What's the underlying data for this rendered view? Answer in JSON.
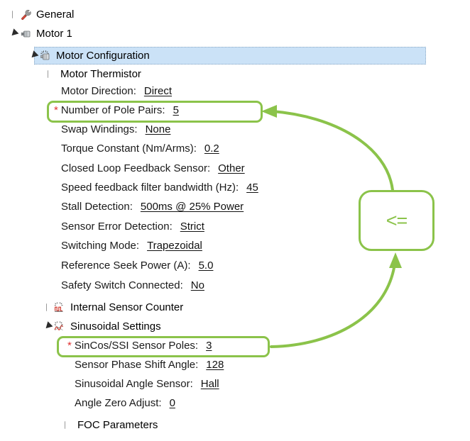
{
  "window": {
    "background": "#ffffff",
    "accent_green": "#8bc34a",
    "selection_color": "#cbe2f7",
    "required_marker_color": "#e03030"
  },
  "tree": {
    "nodes": [
      {
        "label": "General",
        "icon": "wrench-tools-icon",
        "state": "collapsed",
        "depth": 0
      },
      {
        "label": "Motor 1",
        "icon": "motor-icon",
        "state": "expanded",
        "depth": 0
      },
      {
        "label": "Motor Configuration",
        "icon": "motor-configuration-icon",
        "state": "expanded",
        "depth": 1,
        "selected": true
      },
      {
        "label": "Motor Thermistor",
        "icon": "none",
        "state": "collapsed",
        "depth": 2
      },
      {
        "label": "Internal Sensor Counter",
        "icon": "pulse-waveform-icon",
        "state": "collapsed",
        "depth": 2
      },
      {
        "label": "Sinusoidal Settings",
        "icon": "sine-waveform-icon",
        "state": "expanded",
        "depth": 2
      },
      {
        "label": "FOC Parameters",
        "icon": "none",
        "state": "collapsed",
        "depth": 3
      }
    ]
  },
  "properties": {
    "motor_configuration": [
      {
        "required": false,
        "label": "Motor Direction:",
        "value": "Direct"
      },
      {
        "required": true,
        "label": "Number of Pole Pairs:",
        "value": "5",
        "highlighted": true
      },
      {
        "required": false,
        "label": "Swap Windings:",
        "value": "None"
      },
      {
        "required": false,
        "label": "Torque Constant (Nm/Arms):",
        "value": "0.2"
      },
      {
        "required": false,
        "label": "Closed Loop Feedback Sensor:",
        "value": "Other"
      },
      {
        "required": false,
        "label": "Speed feedback filter bandwidth (Hz):",
        "value": "45"
      },
      {
        "required": false,
        "label": "Stall Detection:",
        "value": "500ms @ 25% Power"
      },
      {
        "required": false,
        "label": "Sensor Error Detection:",
        "value": "Strict"
      },
      {
        "required": false,
        "label": "Switching Mode:",
        "value": "Trapezoidal"
      },
      {
        "required": false,
        "label": "Reference Seek Power (A):",
        "value": "5.0"
      },
      {
        "required": false,
        "label": "Safety Switch Connected:",
        "value": "No"
      }
    ],
    "sinusoidal_settings": [
      {
        "required": true,
        "label": "SinCos/SSI Sensor Poles:",
        "value": "3",
        "highlighted": true
      },
      {
        "required": false,
        "label": "Sensor Phase Shift Angle:",
        "value": "128"
      },
      {
        "required": false,
        "label": "Sinusoidal Angle Sensor:",
        "value": "Hall"
      },
      {
        "required": false,
        "label": "Angle Zero Adjust:",
        "value": "0"
      }
    ]
  },
  "annotation": {
    "callout_text": "<=",
    "callout_color": "#8bc34a",
    "highlight_boxes": [
      {
        "target": "Number of Pole Pairs",
        "label": "pole-pairs-highlight"
      },
      {
        "target": "SinCos/SSI Sensor Poles",
        "label": "sincos-poles-highlight"
      }
    ],
    "arrows": [
      {
        "from": "callout",
        "to": "Number of Pole Pairs",
        "direction": "left"
      },
      {
        "from": "SinCos/SSI Sensor Poles",
        "to": "callout",
        "direction": "up-right"
      }
    ]
  }
}
